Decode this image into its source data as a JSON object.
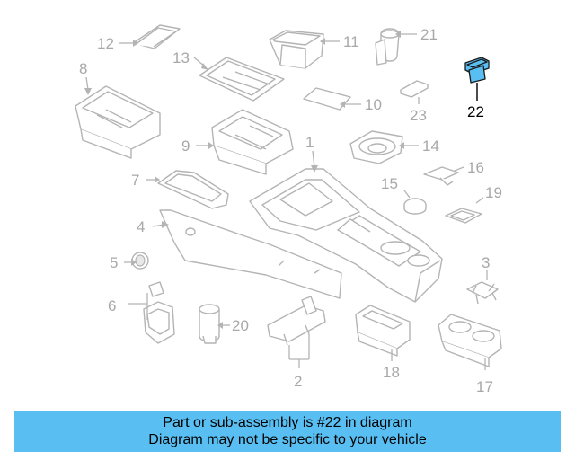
{
  "diagram": {
    "callouts": {
      "c1": "1",
      "c2": "2",
      "c3": "3",
      "c4": "4",
      "c5": "5",
      "c6": "6",
      "c7": "7",
      "c8": "8",
      "c9": "9",
      "c10": "10",
      "c11": "11",
      "c12": "12",
      "c13": "13",
      "c14": "14",
      "c15": "15",
      "c16": "16",
      "c17": "17",
      "c18": "18",
      "c19": "19",
      "c20": "20",
      "c21": "21",
      "c22": "22",
      "c23": "23"
    },
    "highlighted_part": "22",
    "colors": {
      "highlight": "#59bff2",
      "line": "#b4b4b4",
      "label": "#a8a8a8",
      "highlight_label": "#000000"
    }
  },
  "banner": {
    "line1": "Part or sub-assembly is #22 in diagram",
    "line2": "Diagram may not be specific to your vehicle"
  }
}
